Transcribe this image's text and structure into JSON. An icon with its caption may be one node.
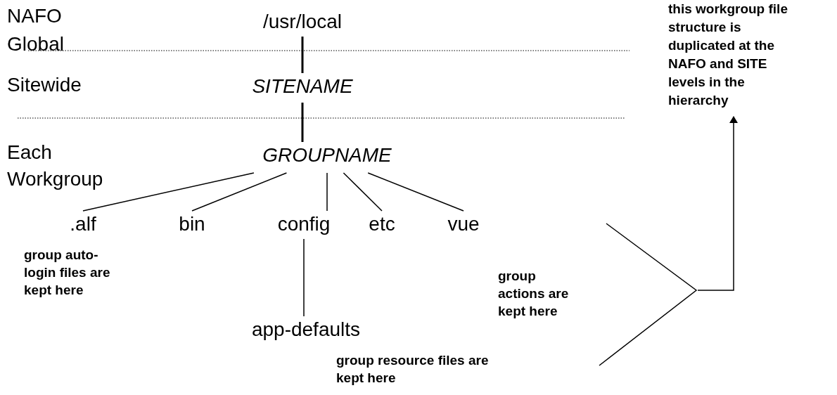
{
  "diagram": {
    "nodes": [
      {
        "text": [
          "/usr/local"
        ]
      },
      {
        "text": [
          "SITENAME"
        ]
      },
      {
        "text": [
          "GROUPNAME"
        ]
      },
      {
        "text": [
          ".alf"
        ],
        "beside": [
          "group auto-login files are kept here"
        ]
      },
      {
        "text": [
          "bin"
        ]
      },
      {
        "text": [
          "config"
        ]
      },
      {
        "text": [
          "etc"
        ]
      },
      {
        "text": [
          "vue"
        ],
        "beside": [
          "group actions are kept here"
        ]
      },
      {
        "text": [
          "app-defaults"
        ],
        "beside": [
          "group resource files are kept here"
        ]
      },
      {
        "text": [
          "this workgroup file structure is duplicated at the NAFO and SITE levels in the hierarchy"
        ]
      },
      {
        "text": [],
        "shape": "bracket"
      }
    ],
    "edges": [
      {
        "from": 0,
        "to": 1,
        "arrow": "none"
      },
      {
        "from": 1,
        "to": 2,
        "arrow": "none"
      },
      {
        "from": 2,
        "to": 3,
        "arrow": "none"
      },
      {
        "from": 2,
        "to": 4,
        "arrow": "none"
      },
      {
        "from": 2,
        "to": 5,
        "arrow": "none"
      },
      {
        "from": 2,
        "to": 6,
        "arrow": "none"
      },
      {
        "from": 2,
        "to": 7,
        "arrow": "none"
      },
      {
        "from": 5,
        "to": 8,
        "arrow": "none"
      },
      {
        "from": 10,
        "to": 9,
        "arrow": "to"
      }
    ],
    "labels": [
      "NAFO",
      "Global",
      "Sitewide",
      "Each Workgroup"
    ]
  }
}
